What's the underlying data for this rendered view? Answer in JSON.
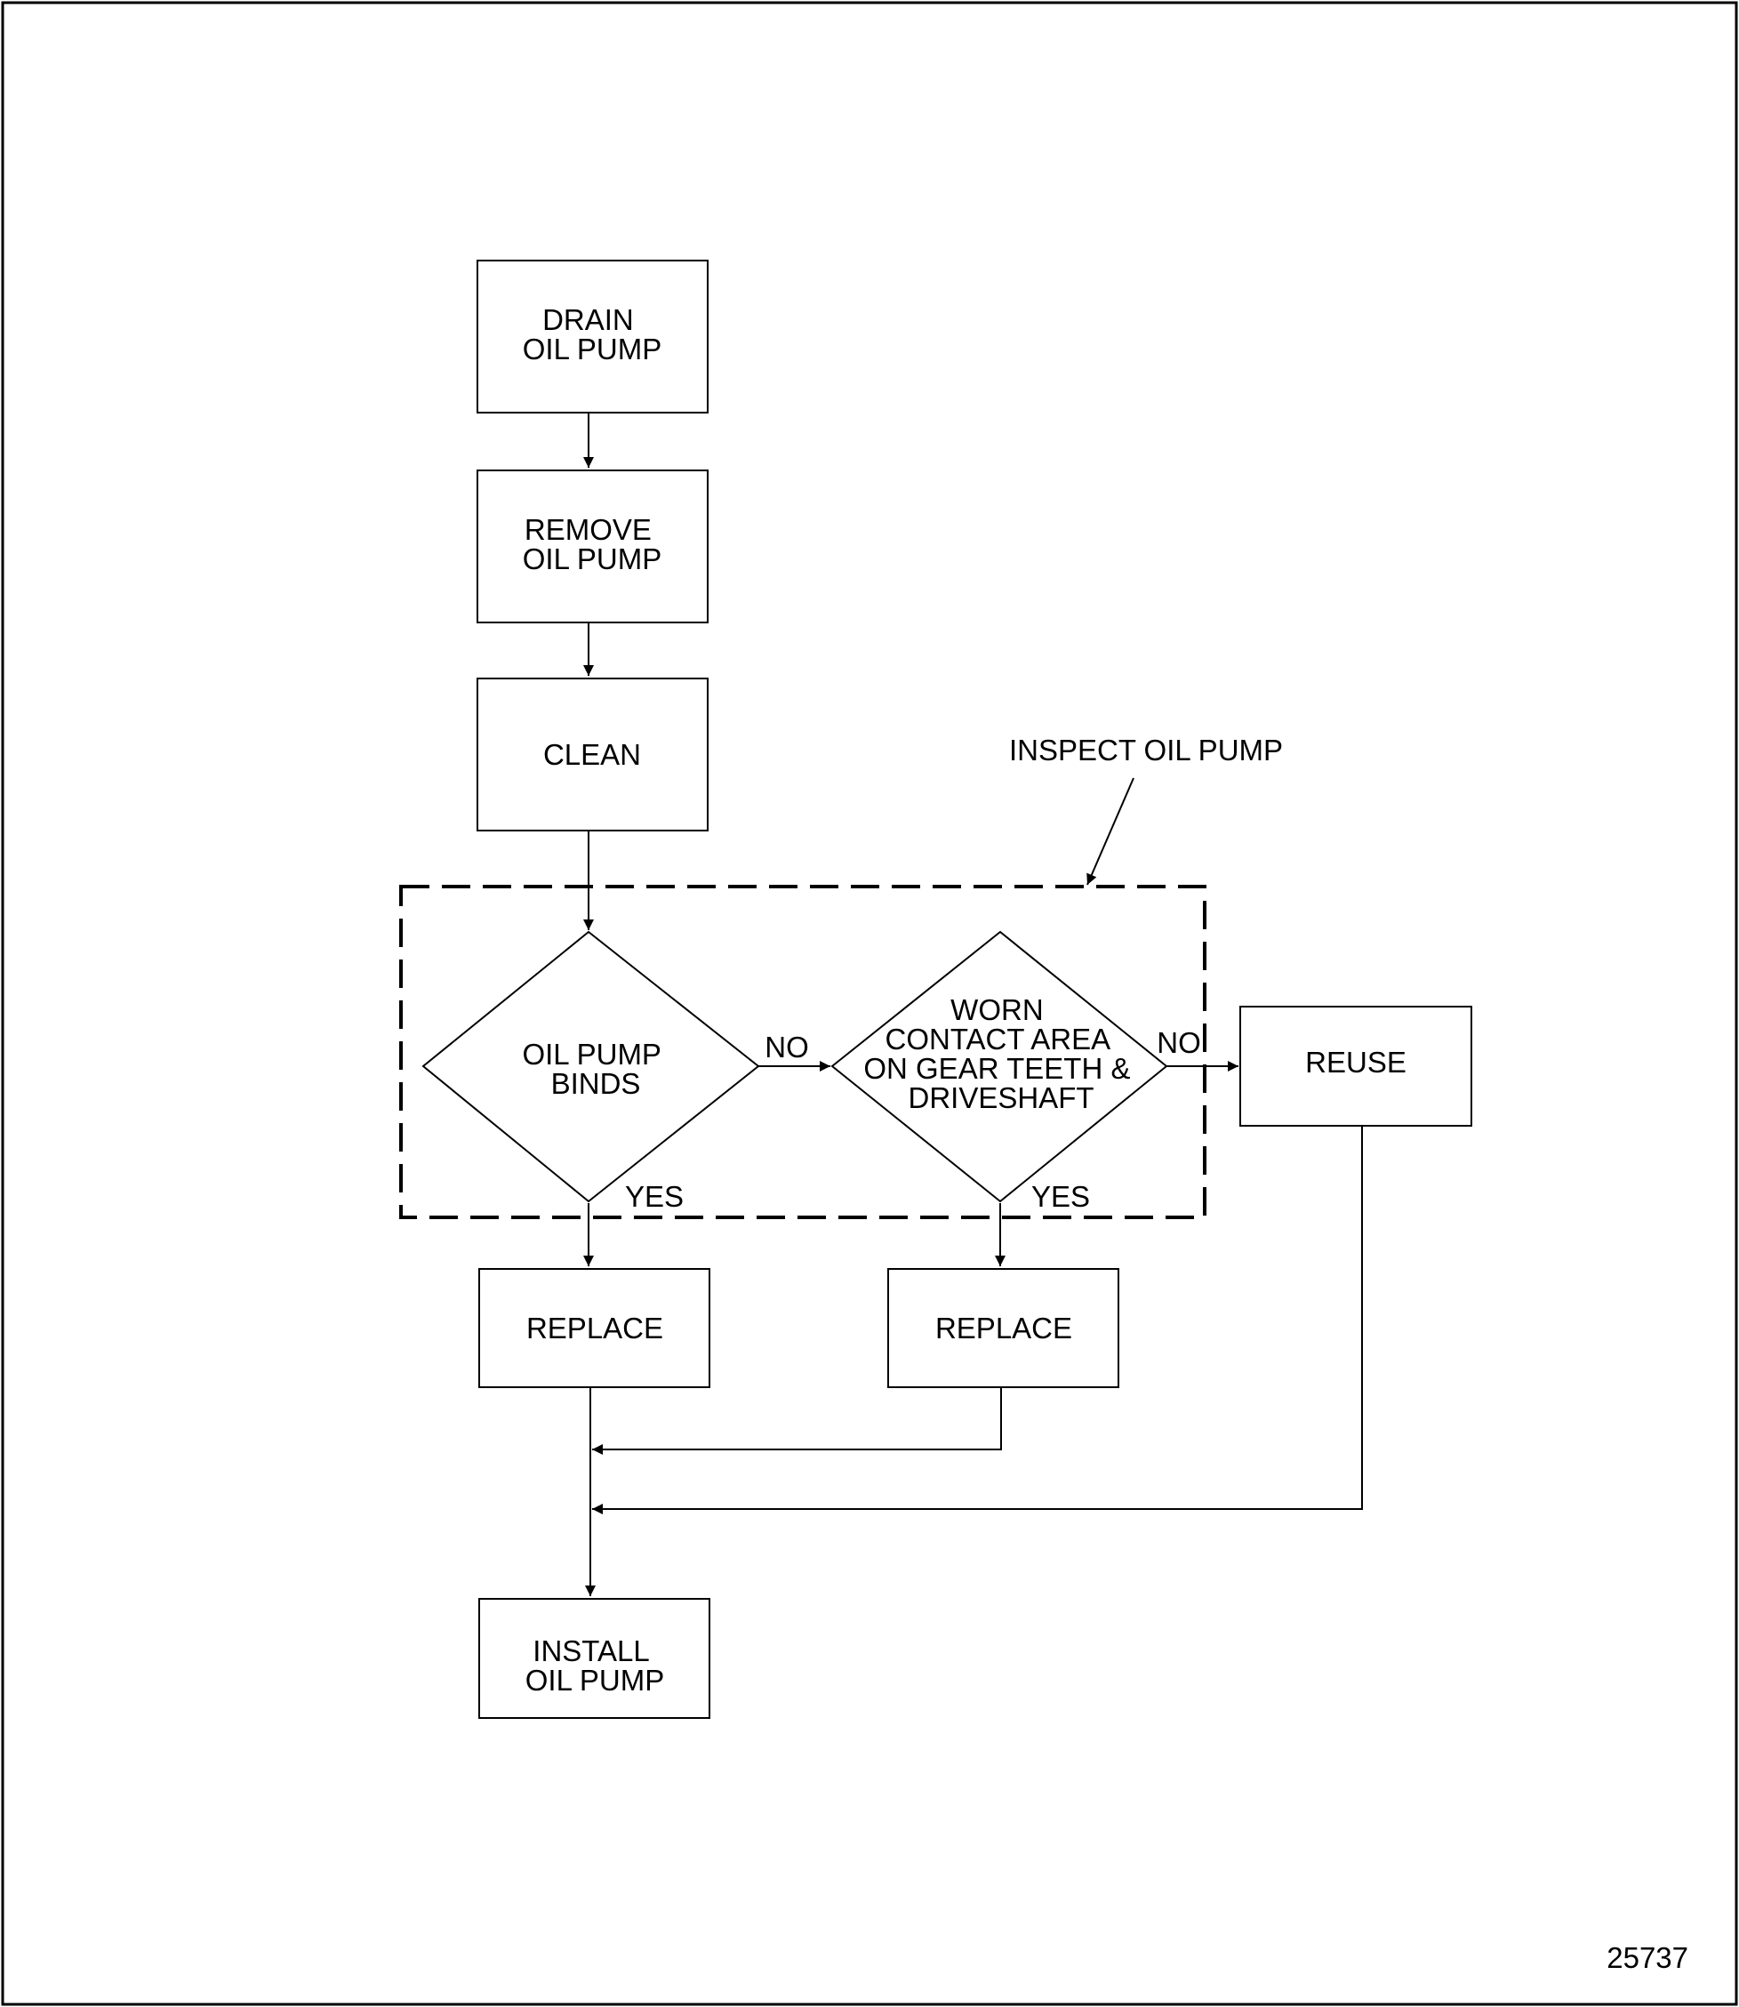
{
  "diagram": {
    "title": "",
    "group_label": "INSPECT OIL PUMP",
    "figure_number": "25737",
    "nodes": {
      "drain": {
        "lines": [
          "DRAIN",
          "OIL PUMP"
        ]
      },
      "remove": {
        "lines": [
          "REMOVE",
          "OIL PUMP"
        ]
      },
      "clean": {
        "lines": [
          "CLEAN"
        ]
      },
      "binds": {
        "lines": [
          "OIL PUMP",
          "BINDS"
        ]
      },
      "worn": {
        "lines": [
          "WORN",
          "CONTACT AREA",
          "ON GEAR TEETH &",
          "DRIVESHAFT"
        ]
      },
      "reuse": {
        "lines": [
          "REUSE"
        ]
      },
      "replace1": {
        "lines": [
          "REPLACE"
        ]
      },
      "replace2": {
        "lines": [
          "REPLACE"
        ]
      },
      "install": {
        "lines": [
          "INSTALL",
          "OIL PUMP"
        ]
      }
    },
    "edge_labels": {
      "binds_no": "NO",
      "binds_yes": "YES",
      "worn_no": "NO",
      "worn_yes": "YES"
    }
  }
}
